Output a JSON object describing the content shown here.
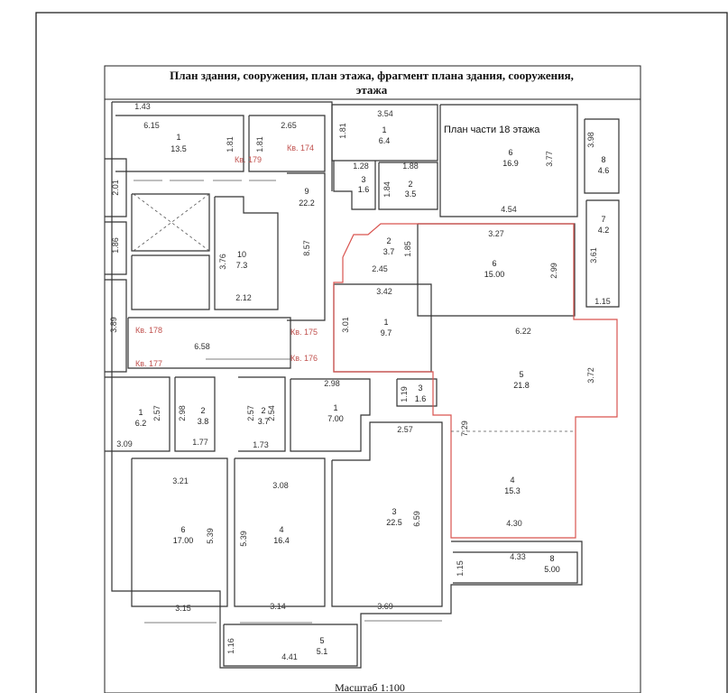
{
  "title": {
    "line1": "План здания, сооружения, план этажа, фрагмент плана здания, сооружения,",
    "line2": "этажа"
  },
  "plan_label": "План части 18 этажа",
  "scale_label": "Масштаб 1:100",
  "rooms": [
    {
      "num": "1",
      "area": "13.5"
    },
    {
      "num": "1",
      "area": "6.4"
    },
    {
      "num": "6",
      "area": "16.9"
    },
    {
      "num": "8",
      "area": "4.6"
    },
    {
      "num": "3",
      "area": "1.6"
    },
    {
      "num": "2",
      "area": "3.5"
    },
    {
      "num": "9",
      "area": "22.2"
    },
    {
      "num": "10",
      "area": "7.3"
    },
    {
      "num": "2",
      "area": "3.7"
    },
    {
      "num": "6",
      "area": "15.00"
    },
    {
      "num": "7",
      "area": "4.2"
    },
    {
      "num": "1",
      "area": "9.7"
    },
    {
      "num": "5",
      "area": "21.8"
    },
    {
      "num": "3",
      "area": "1.6"
    },
    {
      "num": "1",
      "area": "6.2"
    },
    {
      "num": "2",
      "area": "3.8"
    },
    {
      "num": "2",
      "area": "3.7"
    },
    {
      "num": "1",
      "area": "7.00"
    },
    {
      "num": "6",
      "area": "17.00"
    },
    {
      "num": "4",
      "area": "16.4"
    },
    {
      "num": "3",
      "area": "22.5"
    },
    {
      "num": "4",
      "area": "15.3"
    },
    {
      "num": "8",
      "area": "5.00"
    },
    {
      "num": "5",
      "area": "5.1"
    }
  ],
  "apartments": [
    "Кв. 174",
    "Кв. 179",
    "Кв. 178",
    "Кв. 175",
    "Кв. 177",
    "Кв. 176"
  ],
  "dimensions": [
    "1.43",
    "6.15",
    "2.65",
    "3.54",
    "1.81",
    "1.81",
    "1.81",
    "1.28",
    "1.88",
    "3.98",
    "3.77",
    "2.01",
    "1.84",
    "4.54",
    "3.27",
    "1.86",
    "3.76",
    "8.57",
    "1.85",
    "2.45",
    "2.99",
    "3.61",
    "2.12",
    "3.42",
    "1.15",
    "3.89",
    "6.58",
    "3.01",
    "6.22",
    "3.72",
    "1.19",
    "2.57",
    "2.98",
    "2.57",
    "2.54",
    "2.98",
    "3.09",
    "1.77",
    "1.73",
    "2.57",
    "7.29",
    "3.21",
    "3.08",
    "5.39",
    "5.39",
    "6.59",
    "4.30",
    "4.33",
    "1.15",
    "3.15",
    "3.14",
    "3.69",
    "1.16",
    "4.41"
  ]
}
